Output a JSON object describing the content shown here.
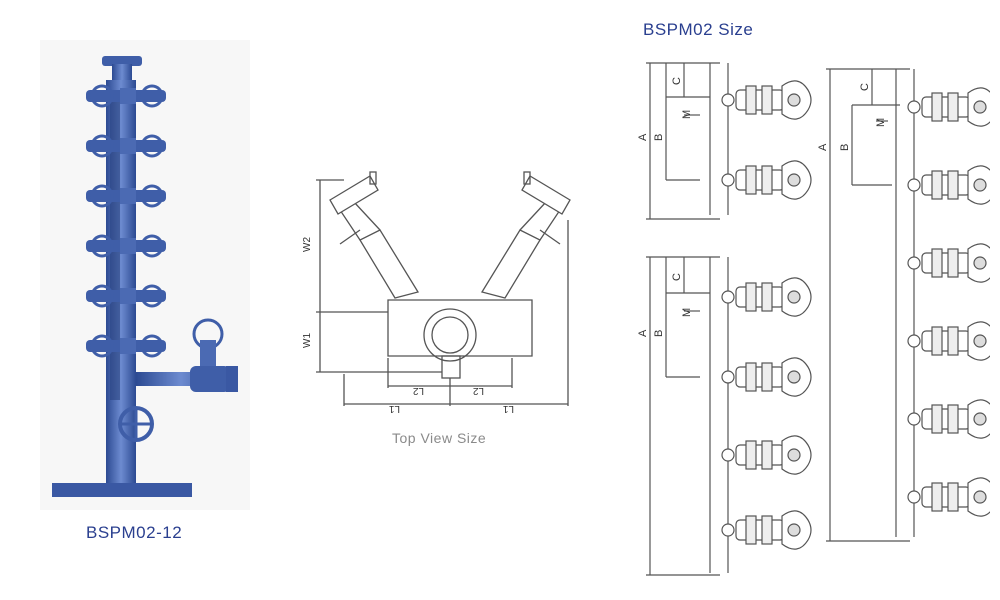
{
  "product_caption": "BSPM02-12",
  "top_view_caption": "Top View Size",
  "size_title": "BSPM02 Size",
  "dimension_labels": {
    "w1": "W1",
    "w2": "W2",
    "l1": "L1",
    "l2": "L2",
    "a": "A",
    "b": "B",
    "c": "C",
    "m": "M"
  },
  "colors": {
    "caption_blue": "#2a3f8f",
    "steel_blue": "#3f5ea8",
    "line_grey": "#555555"
  }
}
